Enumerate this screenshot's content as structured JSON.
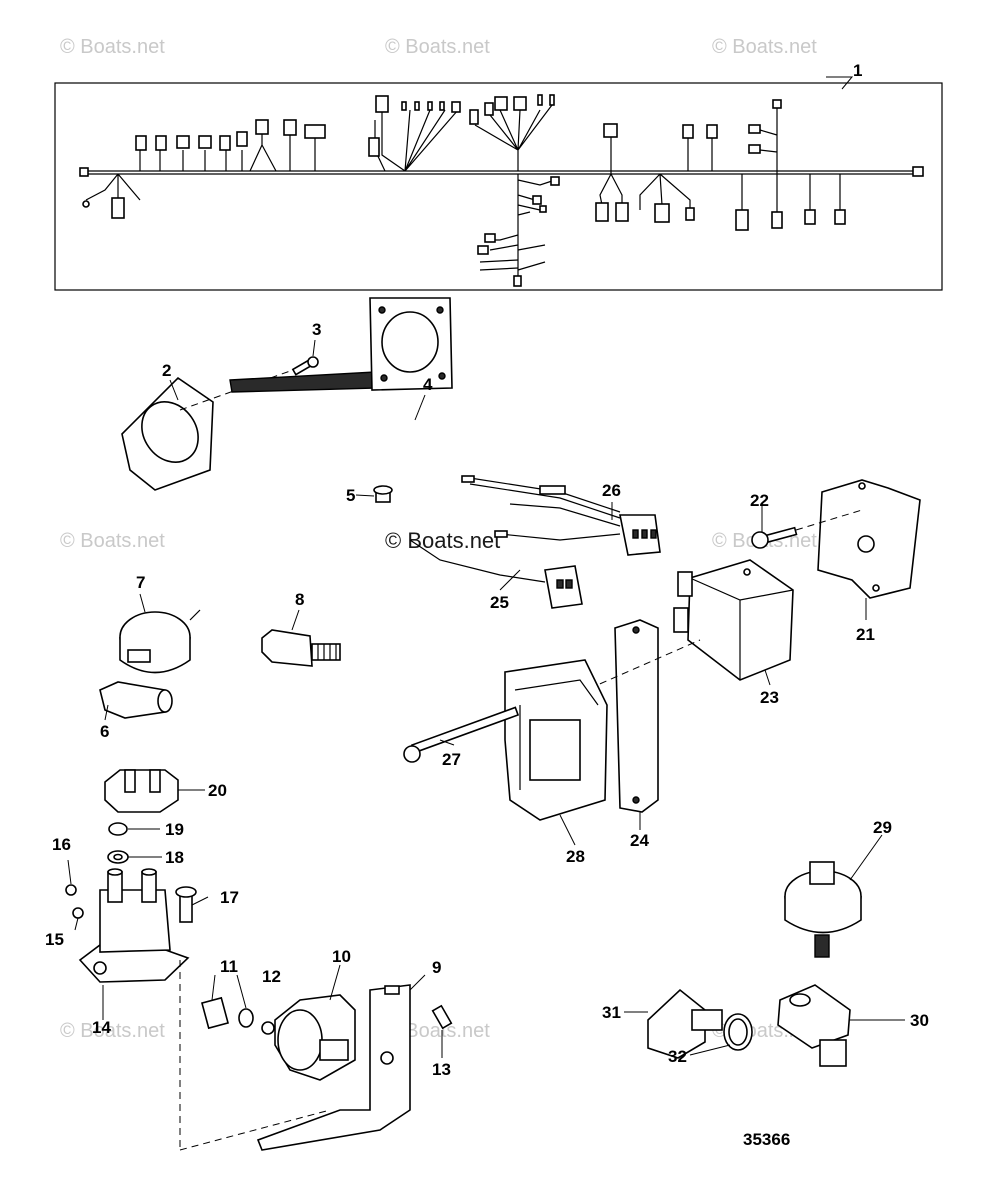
{
  "watermarks": {
    "top_left": "© Boats.net",
    "top_center": "© Boats.net",
    "top_right": "© Boats.net",
    "mid_left": "© Boats.net",
    "mid_center": "© Boats.net",
    "mid_right": "© Boats.net",
    "bottom_left": "© Boats.net",
    "bottom_center": "© Boats.net",
    "bottom_right": "© Boats.net"
  },
  "callouts": [
    "1",
    "2",
    "3",
    "4",
    "5",
    "6",
    "7",
    "8",
    "9",
    "10",
    "11",
    "12",
    "13",
    "14",
    "15",
    "16",
    "17",
    "18",
    "19",
    "20",
    "21",
    "22",
    "23",
    "24",
    "25",
    "26",
    "27",
    "28",
    "29",
    "30",
    "31",
    "32"
  ],
  "diagram_ref": "35366"
}
